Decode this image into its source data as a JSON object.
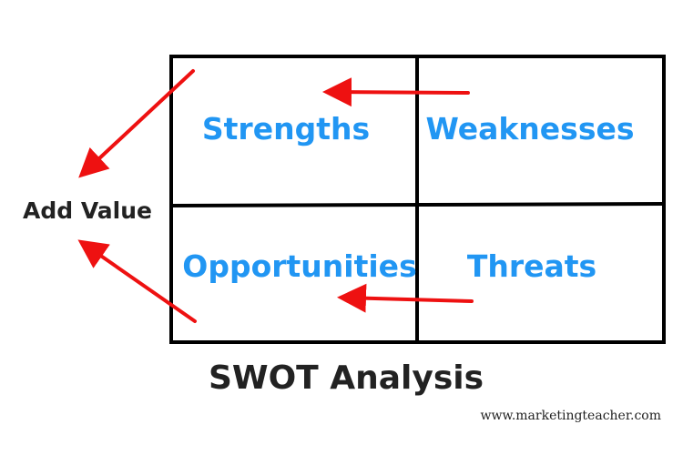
{
  "diagram": {
    "quadrants": {
      "strengths": "Strengths",
      "weaknesses": "Weaknesses",
      "opportunities": "Opportunities",
      "threats": "Threats"
    },
    "side_label": "Add Value",
    "title": "SWOT Analysis",
    "source_url": "www.marketingteacher.com"
  },
  "colors": {
    "quadrant_text": "#2196F3",
    "arrow": "#EE1111",
    "grid_line": "#000000",
    "label_text": "#222222"
  }
}
